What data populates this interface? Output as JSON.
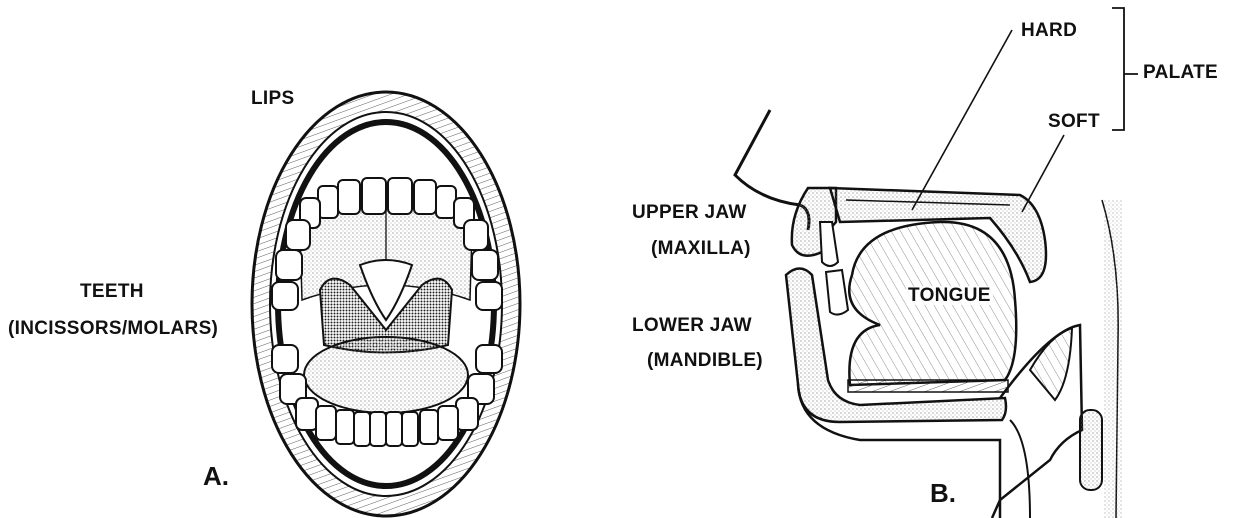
{
  "panel_a": {
    "letter": "A.",
    "labels": {
      "lips": "LIPS",
      "teeth": "TEETH",
      "teeth_sub": "(INCISSORS/MOLARS)"
    }
  },
  "panel_b": {
    "letter": "B.",
    "labels": {
      "hard": "HARD",
      "soft": "SOFT",
      "palate": "PALATE",
      "upper_jaw": "UPPER JAW",
      "upper_jaw_sub": "(MAXILLA)",
      "lower_jaw": "LOWER JAW",
      "lower_jaw_sub": "(MANDIBLE)",
      "tongue": "TONGUE"
    }
  },
  "colors": {
    "ink": "#111111",
    "paper": "#ffffff",
    "stipple": "#9a9a9a"
  }
}
